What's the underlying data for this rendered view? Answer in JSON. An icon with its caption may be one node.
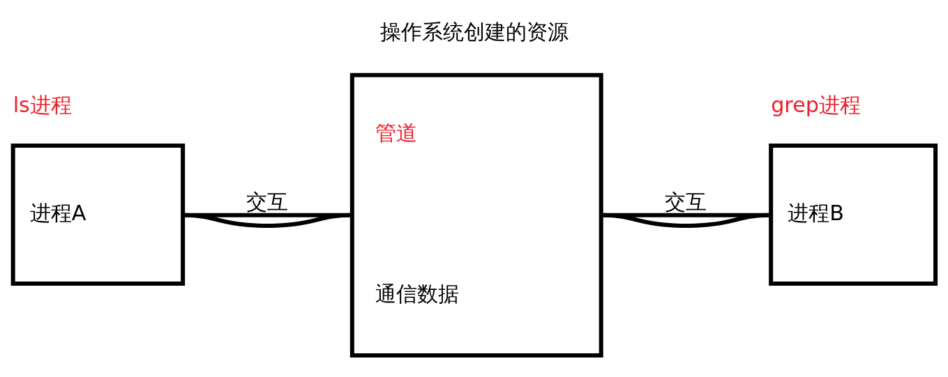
{
  "diagram": {
    "nodes": [
      {
        "text": [
          "ls进程",
          "进程A"
        ]
      },
      {
        "text": [
          "管道",
          "通信数据"
        ],
        "beside": [
          "操作系统创建的资源"
        ]
      },
      {
        "text": [
          "grep进程",
          "进程B"
        ]
      }
    ],
    "edges": [
      {
        "from": 0,
        "to": 1,
        "arrow": "none",
        "label": "交互"
      },
      {
        "from": 0,
        "to": 1,
        "arrow": "none"
      },
      {
        "from": 1,
        "to": 2,
        "arrow": "none",
        "label": "交互"
      },
      {
        "from": 1,
        "to": 2,
        "arrow": "none"
      }
    ]
  }
}
